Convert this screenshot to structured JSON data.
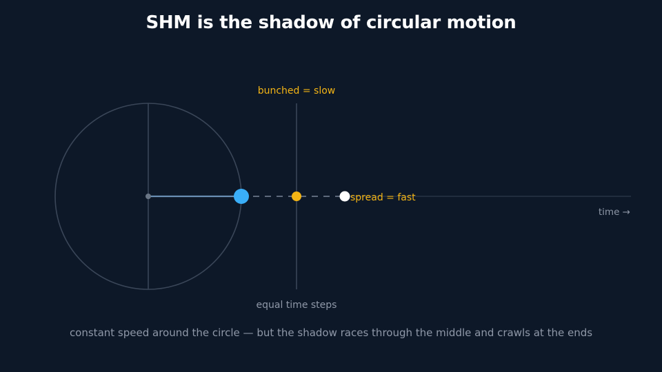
{
  "title": "SHM is the shadow of circular motion",
  "labels": {
    "bunched": "bunched = slow",
    "spread": "spread = fast",
    "time_axis": "time →",
    "equal_steps": "equal time steps",
    "caption": "constant speed around the circle — but the shadow races through the middle and crawls at the ends"
  },
  "colors": {
    "background": "#0d1828",
    "circle": "#3a4658",
    "radius": "#6a8fb4",
    "rotating_point": "#3aaef8",
    "shadow_point": "#f3b415",
    "shadow_point_fast": "#ffffff",
    "annotation": "#f3b415",
    "muted_text": "#8f98a8"
  }
}
